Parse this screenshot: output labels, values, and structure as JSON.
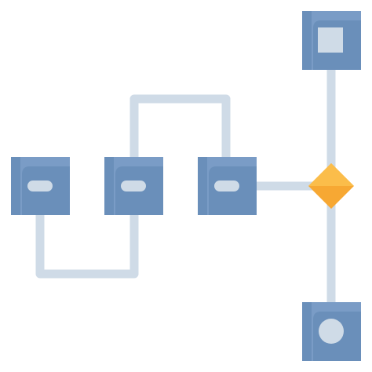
{
  "icon": {
    "name": "flowchart-diagram-icon",
    "colors": {
      "background": "#ffffff",
      "connector": "#cfdbe7",
      "node_fill": "#6a8fba",
      "node_highlight": "#86a7d0",
      "node_inner": "#cfdbe7",
      "decision": "#f7a833",
      "decision_light": "#fbbd4a"
    },
    "nodes": [
      {
        "name": "process-node-1",
        "shape": "square-with-pill"
      },
      {
        "name": "process-node-2",
        "shape": "square-with-pill"
      },
      {
        "name": "process-node-3",
        "shape": "square-with-pill"
      },
      {
        "name": "top-node",
        "shape": "square-with-square"
      },
      {
        "name": "bottom-node",
        "shape": "square-with-circle"
      },
      {
        "name": "decision-diamond",
        "shape": "diamond"
      }
    ]
  }
}
